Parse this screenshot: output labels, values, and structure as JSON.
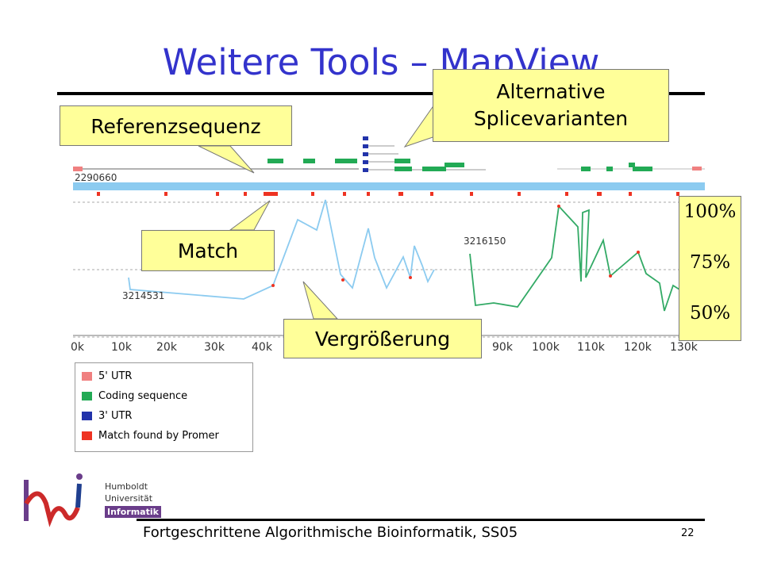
{
  "slide": {
    "title": "Weitere Tools – MapView",
    "footer": "Fortgeschrittene Algorithmische Bioinformatik, SS05",
    "page_number": "22"
  },
  "callouts": {
    "referenzsequenz": "Referenzsequenz",
    "alternative": [
      "Alternative",
      "Splicevarianten"
    ],
    "match": "Match",
    "vergroesserung": "Vergrößerung"
  },
  "percent_labels": [
    "100%",
    "75%",
    "50%"
  ],
  "map": {
    "reference_id": "2290660",
    "match_ids": [
      "3214531",
      "3216150"
    ],
    "axis_ticks": [
      "0k",
      "10k",
      "20k",
      "30k",
      "40k",
      "90k",
      "100k",
      "110k",
      "120k",
      "130k"
    ]
  },
  "legend": [
    {
      "label": "5' UTR",
      "color": "#f08080"
    },
    {
      "label": "Coding sequence",
      "color": "#22aa55"
    },
    {
      "label": "3' UTR",
      "color": "#2233aa"
    },
    {
      "label": "Match found by Promer",
      "color": "#ee3322"
    }
  ],
  "logo": {
    "lines": [
      "Humboldt",
      "Universität",
      "Informatik"
    ],
    "colors": {
      "purple": "#6a3d8a",
      "red": "#cc2a2a",
      "blue": "#1f3f8f"
    }
  }
}
